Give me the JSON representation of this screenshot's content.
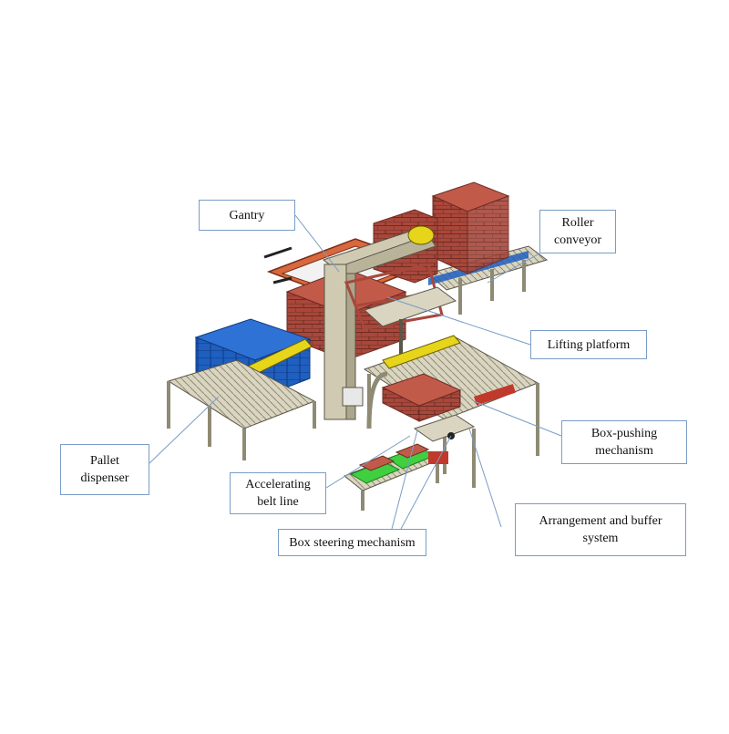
{
  "labels": {
    "gantry": "Gantry",
    "roller_conveyor": "Roller\nconveyor",
    "lifting_platform": "Lifting platform",
    "pallet_dispenser": "Pallet\ndispenser",
    "box_pushing": "Box-pushing\nmechanism",
    "accelerating_belt": "Accelerating\nbelt line",
    "arrangement_buffer": "Arrangement and buffer\nsystem",
    "box_steering": "Box steering mechanism"
  },
  "colors": {
    "frame": "#cfcab1",
    "frame_dark": "#8f8a74",
    "brick": "#a8473a",
    "brick_dark": "#6e2c24",
    "pallet_blue": "#1f5fbf",
    "guard_yellow": "#e6d51a",
    "orange_frame": "#d8683f",
    "belt_green": "#3fcf3f",
    "leader_line": "#7a9cc6"
  },
  "icons": {
    "machine": "palletizer-machine-illustration"
  }
}
